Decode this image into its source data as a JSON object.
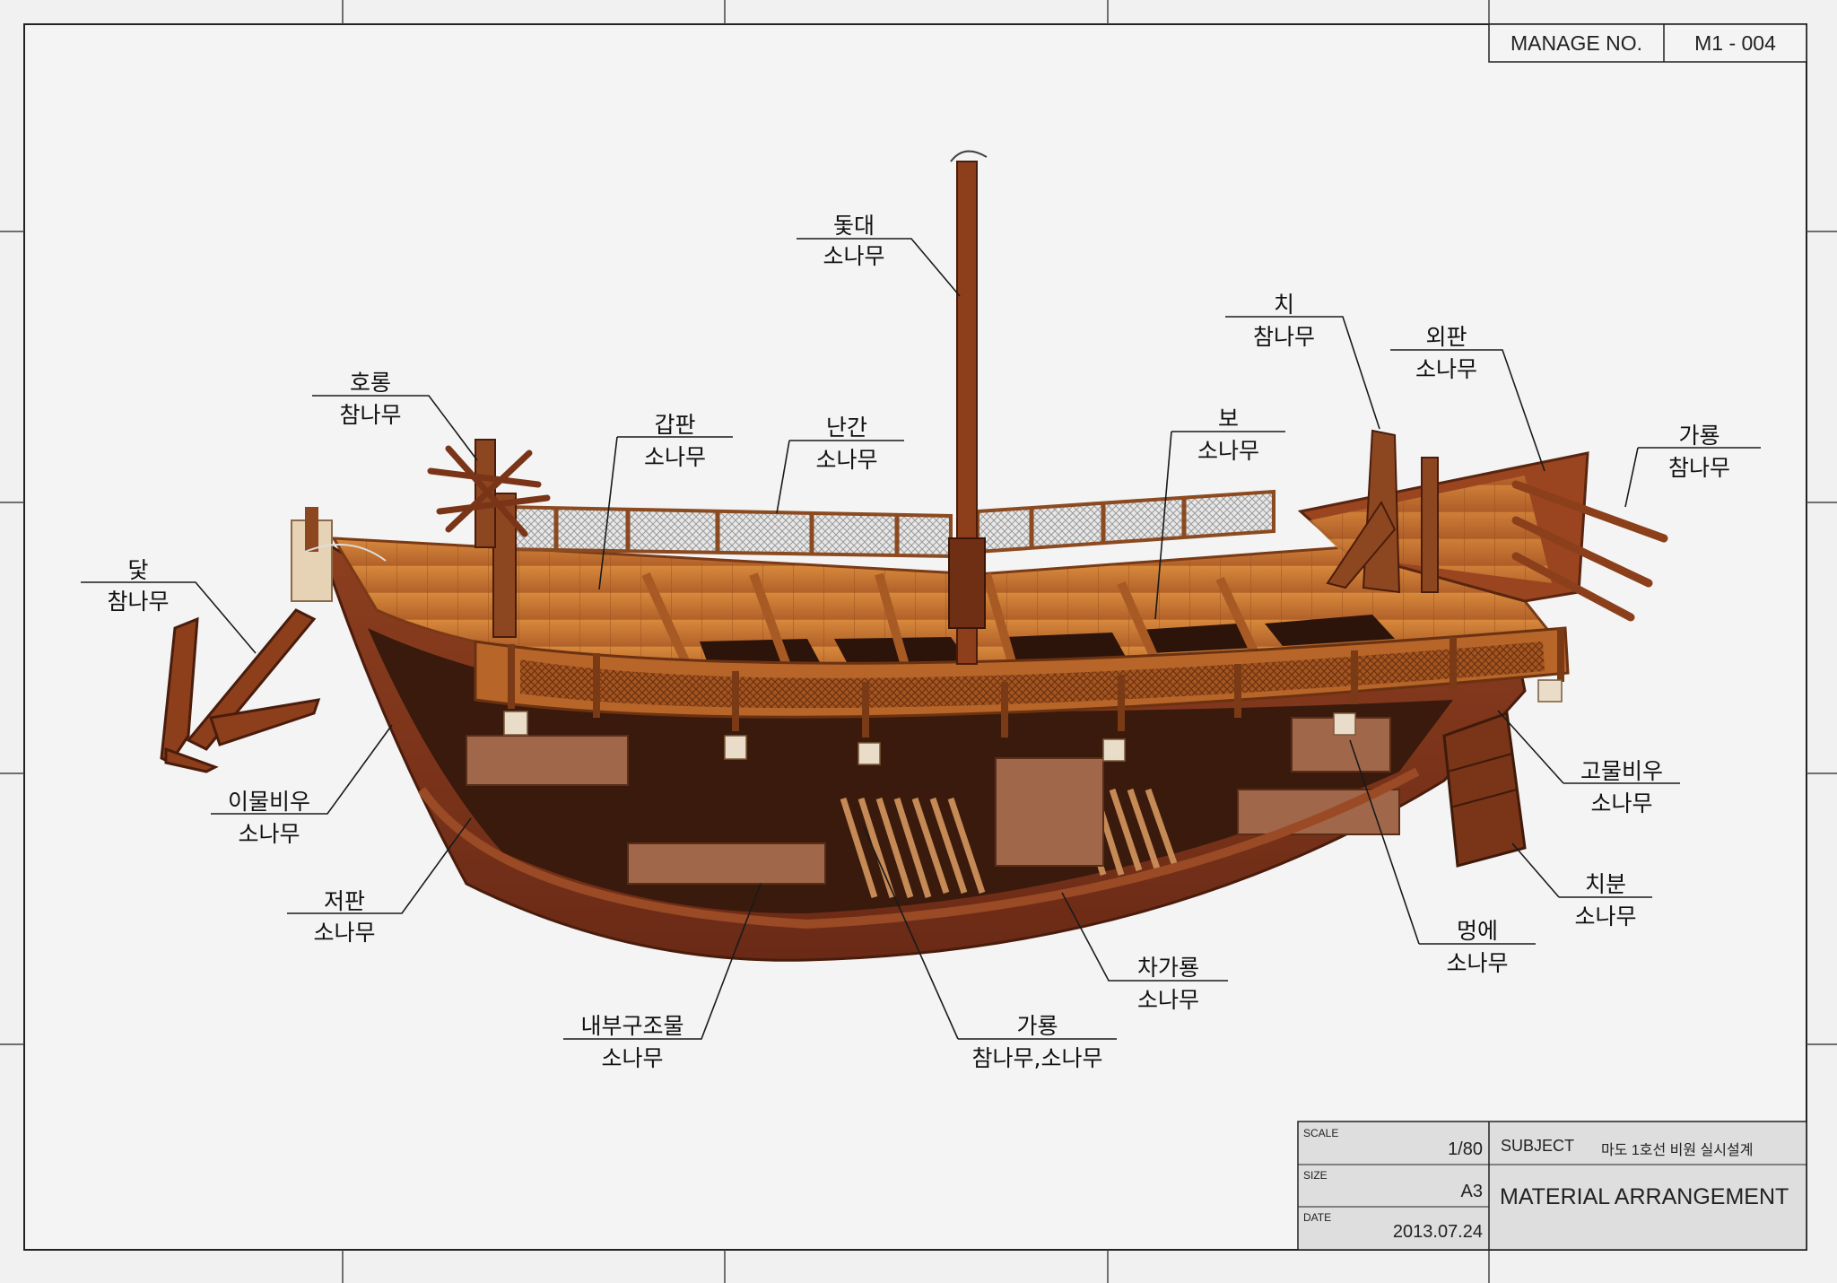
{
  "manage_box": {
    "label": "MANAGE NO.",
    "value": "M1 - 004"
  },
  "callouts": [
    {
      "id": "dotdae",
      "name": "돛대",
      "material": "소나무"
    },
    {
      "id": "chi",
      "name": "치",
      "material": "참나무"
    },
    {
      "id": "oepan",
      "name": "외판",
      "material": "소나무"
    },
    {
      "id": "garyong-stern",
      "name": "가룡",
      "material": "참나무"
    },
    {
      "id": "horong",
      "name": "호롱",
      "material": "참나무"
    },
    {
      "id": "gappan",
      "name": "갑판",
      "material": "소나무"
    },
    {
      "id": "nangan",
      "name": "난간",
      "material": "소나무"
    },
    {
      "id": "bo",
      "name": "보",
      "material": "소나무"
    },
    {
      "id": "dat",
      "name": "닻",
      "material": "참나무"
    },
    {
      "id": "imulbiu",
      "name": "이물비우",
      "material": "소나무"
    },
    {
      "id": "gomulbiu",
      "name": "고물비우",
      "material": "소나무"
    },
    {
      "id": "chibun",
      "name": "치분",
      "material": "소나무"
    },
    {
      "id": "jeopan",
      "name": "저판",
      "material": "소나무"
    },
    {
      "id": "meonge",
      "name": "멍에",
      "material": "소나무"
    },
    {
      "id": "chagaryong",
      "name": "차가룡",
      "material": "소나무"
    },
    {
      "id": "naebu",
      "name": "내부구조물",
      "material": "소나무"
    },
    {
      "id": "garyong-mid",
      "name": "가룡",
      "material": "참나무,소나무"
    }
  ],
  "title_block": {
    "scale_label": "SCALE",
    "scale_value": "1/80",
    "size_label": "SIZE",
    "size_value": "A3",
    "date_label": "DATE",
    "date_value": "2013.07.24",
    "subject_label": "SUBJECT",
    "subject_value": "마도 1호선 비원 실시설계",
    "drawing_title": "MATERIAL ARRANGEMENT"
  }
}
